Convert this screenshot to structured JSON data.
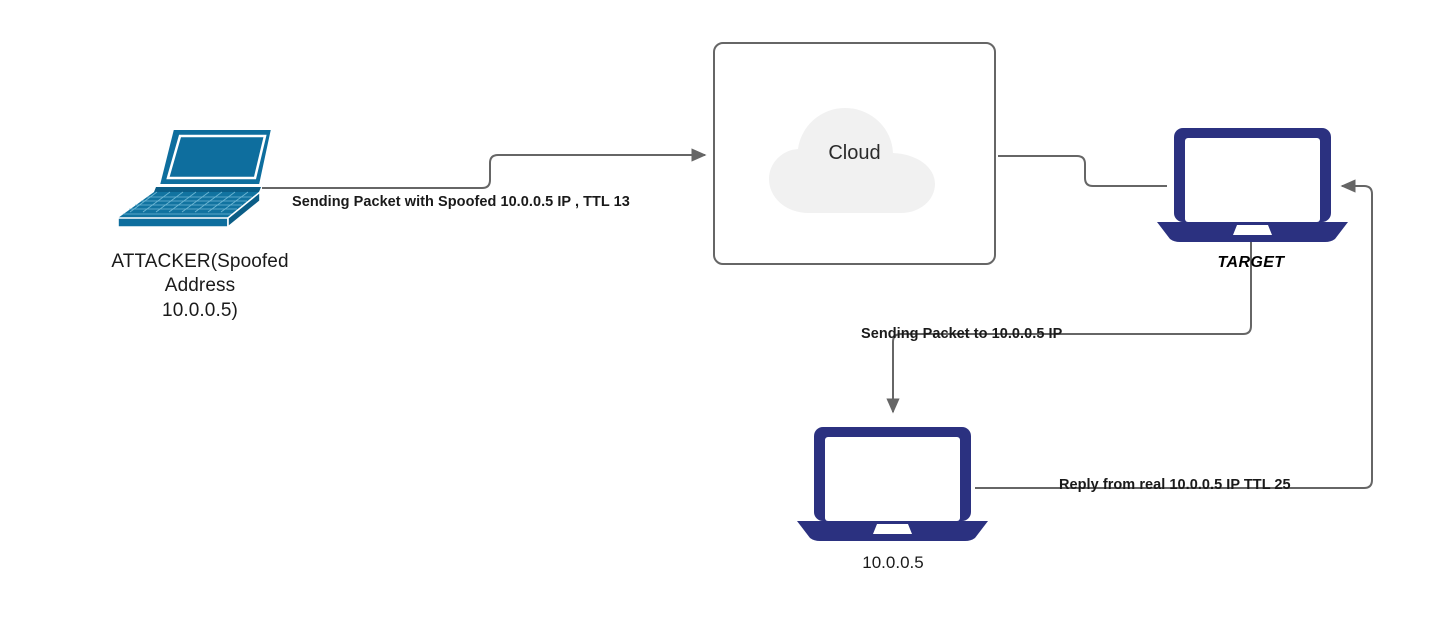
{
  "diagram": {
    "title": "IP Spoofing / TTL Reflection Network Diagram",
    "colors": {
      "attacker_teal": "#0e6e9e",
      "laptop_navy": "#2b3180",
      "wire_gray": "#666666",
      "cloud_fill": "#f1f1f1",
      "box_border": "#666666",
      "text_dark": "#1a1a1a"
    }
  },
  "nodes": {
    "attacker": {
      "icon": "laptop-isometric-icon",
      "label": "ATTACKER(Spoofed\nAddress\n10.0.0.5)"
    },
    "cloud": {
      "icon": "cloud-icon",
      "label": "Cloud"
    },
    "target": {
      "icon": "laptop-icon",
      "label": "TARGET"
    },
    "victim": {
      "icon": "laptop-icon",
      "label": "10.0.0.5"
    }
  },
  "edges": [
    {
      "id": "attacker-to-cloud",
      "label": "Sending Packet with Spoofed 10.0.0.5 IP , TTL 13",
      "from": "attacker",
      "to": "cloud",
      "arrowhead": true
    },
    {
      "id": "cloud-to-target",
      "label": "",
      "from": "cloud",
      "to": "target",
      "arrowhead": false
    },
    {
      "id": "target-to-victim",
      "label": "Sending Packet to 10.0.0.5 IP",
      "from": "target",
      "to": "victim",
      "arrowhead": true
    },
    {
      "id": "victim-to-target",
      "label": "Reply from real 10.0.0.5 IP TTL 25",
      "from": "victim",
      "to": "target",
      "arrowhead": true
    }
  ]
}
